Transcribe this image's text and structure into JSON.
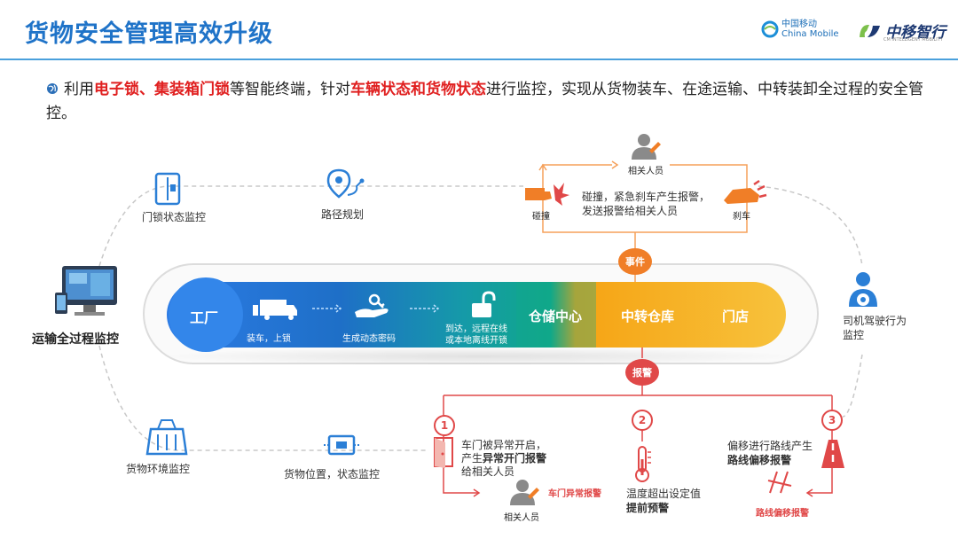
{
  "header": {
    "title": "货物安全管理高效升级"
  },
  "logos": {
    "china_mobile_cn": "中国移动",
    "china_mobile_en": "China Mobile",
    "zy_name": "中移智行",
    "zy_sub": "CM INTELLIGENT MOBILITY"
  },
  "intro": {
    "p1": "利用",
    "h1": "电子锁、集装箱门锁",
    "p2": "等智能终端，针对",
    "h2": "车辆状态和货物状态",
    "p3": "进行监控，实现从货物装车、在途运输、中转装卸全过程的安全管控。"
  },
  "left": {
    "door_lock": "门锁状态监控",
    "route": "路径规划",
    "transport": "运输全过程监控",
    "env": "货物环境监控",
    "cargo_pos": "货物位置，状态监控"
  },
  "right": {
    "driver": "司机驾驶行为监控"
  },
  "events": {
    "badge": "事件",
    "person": "相关人员",
    "collision": "碰撞",
    "brake": "刹车",
    "desc1": "碰撞，紧急刹车产生报警，",
    "desc2": "发送报警给相关人员"
  },
  "flow": {
    "factory": "工厂",
    "load": "装车，上锁",
    "code": "生成动态密码",
    "arrive1": "到达，远程在线",
    "arrive2": "或本地离线开锁",
    "storage": "仓储中心",
    "transfer": "中转仓库",
    "store": "门店"
  },
  "alarms": {
    "badge": "报警",
    "n1": "1",
    "n2": "2",
    "n3": "3",
    "a1_l1": "车门被异常开启，",
    "a1_l2_pre": "产生",
    "a1_l2_bold": "异常开门报警",
    "a1_l3": "给相关人员",
    "a1_tag": "车门异常报警",
    "a1_person": "相关人员",
    "a2_l1": "温度超出设定值",
    "a2_l2": "提前预警",
    "a3_l1": "偏移进行路线产生",
    "a3_l2": "路线偏移报警",
    "a3_tag": "路线偏移报警"
  },
  "colors": {
    "title": "#1f73c8",
    "highlight": "#e02020",
    "accent_orange": "#f07e27",
    "alarm_red": "#e04848",
    "flow_blue": "#2b7fd6",
    "flow_teal": "#13a0a0"
  }
}
